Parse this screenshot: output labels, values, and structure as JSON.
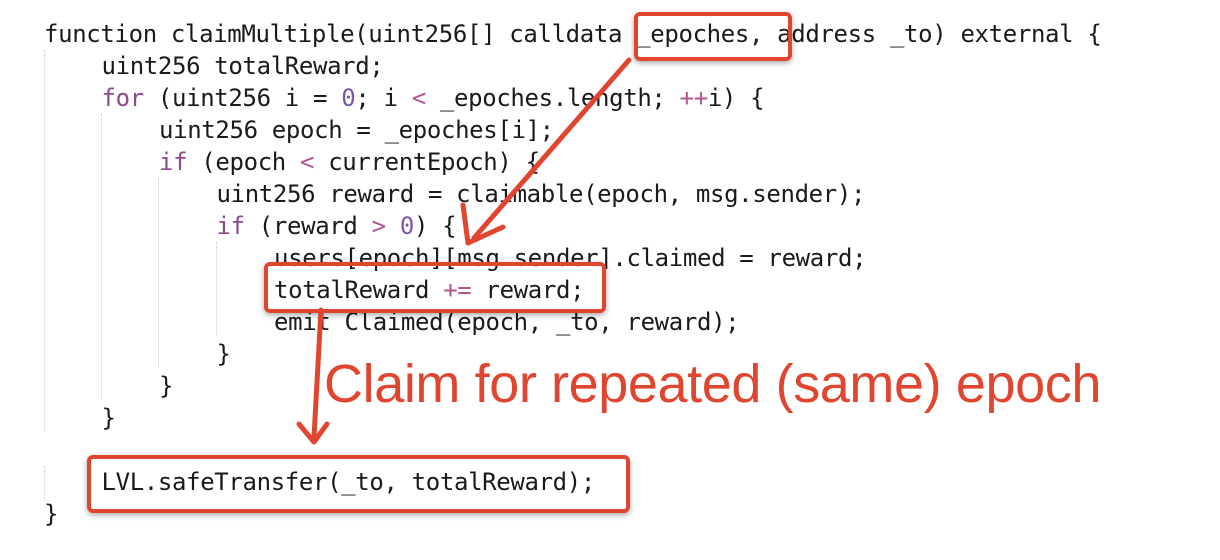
{
  "code_lines": [
    {
      "indent": 0,
      "tokens": [
        {
          "t": "function claimMultiple(uint256[] calldata _epoches, address _to) external {",
          "k": "plain"
        }
      ]
    },
    {
      "indent": 1,
      "tokens": [
        {
          "t": "uint256 totalReward;",
          "k": "plain"
        }
      ]
    },
    {
      "indent": 1,
      "tokens": [
        {
          "t": "for",
          "k": "kw"
        },
        {
          "t": " (uint256 i = ",
          "k": "plain"
        },
        {
          "t": "0",
          "k": "num"
        },
        {
          "t": "; i ",
          "k": "plain"
        },
        {
          "t": "<",
          "k": "op"
        },
        {
          "t": " _epoches.length; ",
          "k": "plain"
        },
        {
          "t": "++",
          "k": "op"
        },
        {
          "t": "i) {",
          "k": "plain"
        }
      ]
    },
    {
      "indent": 2,
      "tokens": [
        {
          "t": "uint256 epoch = _epoches[i];",
          "k": "plain"
        }
      ]
    },
    {
      "indent": 2,
      "tokens": [
        {
          "t": "if",
          "k": "kw"
        },
        {
          "t": " (epoch ",
          "k": "plain"
        },
        {
          "t": "<",
          "k": "op"
        },
        {
          "t": " currentEpoch) {",
          "k": "plain"
        }
      ]
    },
    {
      "indent": 3,
      "tokens": [
        {
          "t": "uint256 reward = claimable(epoch, msg.sender);",
          "k": "plain"
        }
      ]
    },
    {
      "indent": 3,
      "tokens": [
        {
          "t": "if",
          "k": "kw"
        },
        {
          "t": " (reward ",
          "k": "plain"
        },
        {
          "t": ">",
          "k": "op"
        },
        {
          "t": " ",
          "k": "plain"
        },
        {
          "t": "0",
          "k": "num"
        },
        {
          "t": ") {",
          "k": "plain"
        }
      ]
    },
    {
      "indent": 4,
      "tokens": [
        {
          "t": "users[epoch][msg.sender].claimed = reward;",
          "k": "plain"
        }
      ]
    },
    {
      "indent": 4,
      "tokens": [
        {
          "t": "totalReward ",
          "k": "plain"
        },
        {
          "t": "+=",
          "k": "op"
        },
        {
          "t": " reward;",
          "k": "plain"
        }
      ]
    },
    {
      "indent": 4,
      "tokens": [
        {
          "t": "emit Claimed(epoch, _to, reward);",
          "k": "plain"
        }
      ]
    },
    {
      "indent": 3,
      "tokens": [
        {
          "t": "}",
          "k": "plain"
        }
      ]
    },
    {
      "indent": 2,
      "tokens": [
        {
          "t": "}",
          "k": "plain"
        }
      ]
    },
    {
      "indent": 1,
      "tokens": [
        {
          "t": "}",
          "k": "plain"
        }
      ]
    },
    {
      "indent": 0,
      "tokens": [
        {
          "t": "",
          "k": "plain"
        }
      ]
    },
    {
      "indent": 1,
      "tokens": [
        {
          "t": "LVL.safeTransfer(_to, totalReward);",
          "k": "plain"
        }
      ]
    },
    {
      "indent": 0,
      "tokens": [
        {
          "t": "}",
          "k": "plain"
        }
      ]
    }
  ],
  "annotation": {
    "text": "Claim for repeated (same) epoch"
  },
  "colors": {
    "highlight": "#e0452f",
    "keyword": "#8b4a8c",
    "number": "#7b57a8",
    "operator": "#b5548f",
    "text": "#1a1a1a"
  }
}
